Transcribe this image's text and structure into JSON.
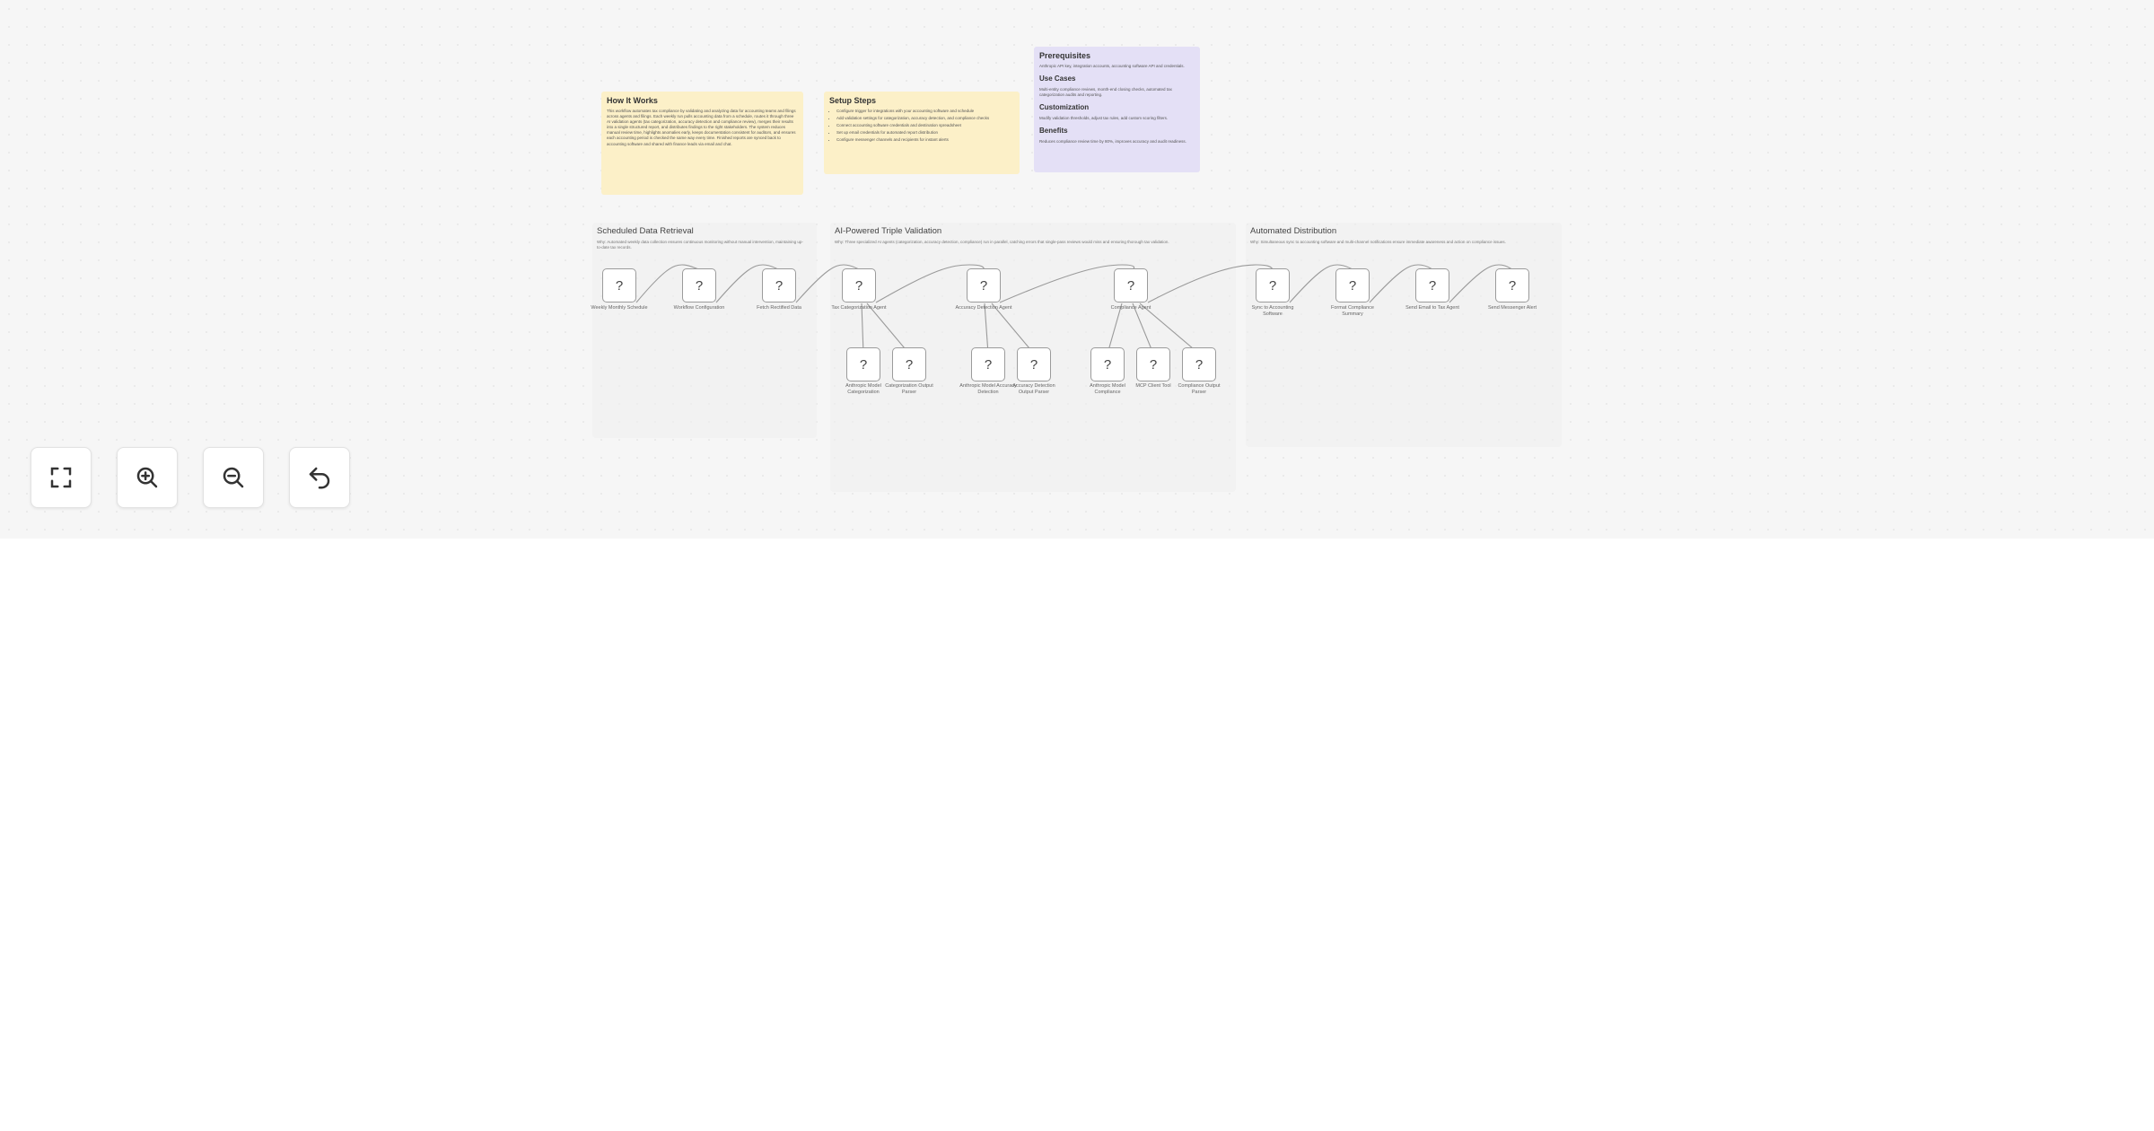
{
  "notes": {
    "how": {
      "title": "How It Works",
      "body": "This workflow automates tax compliance by validating and analyzing data for accounting teams and filings across agents and filings. Each weekly run pulls accounting data from a schedule, routes it through three AI validation agents (tax categorization, accuracy detection and compliance review), merges their results into a single structured report, and distributes findings to the right stakeholders. The system reduces manual review time, highlights anomalies early, keeps documentation consistent for auditors, and ensures each accounting period is checked the same way every time. Finished reports are synced back to accounting software and shared with finance leads via email and chat."
    },
    "setup": {
      "title": "Setup Steps",
      "items": [
        "Configure trigger for integrations with your accounting software and schedule",
        "Add validation settings for categorization, accuracy detection, and compliance checks",
        "Connect accounting software credentials and destination spreadsheet",
        "Set up email credentials for automated report distribution",
        "Configure messenger channels and recipients for instant alerts"
      ]
    },
    "side": {
      "prereq_title": "Prerequisites",
      "prereq_text": "Anthropic API key, integration accounts, accounting software API and credentials.",
      "usecases_title": "Use Cases",
      "usecases_text": "Multi-entity compliance reviews, month-end closing checks, automated tax categorization audits and reporting.",
      "custom_title": "Customization",
      "custom_text": "Modify validation thresholds, adjust tax rules, add custom scoring filters.",
      "benefits_title": "Benefits",
      "benefits_text": "Reduces compliance review time by 80%, improves accuracy and audit readiness."
    }
  },
  "groups": {
    "retrieval": {
      "title": "Scheduled Data Retrieval",
      "why": "Why: Automated weekly data collection ensures continuous monitoring without manual intervention, maintaining up-to-date tax records."
    },
    "validation": {
      "title": "AI-Powered Triple Validation",
      "why": "Why: Three specialized AI agents (categorization, accuracy detection, compliance) run in parallel, catching errors that single-pass reviews would miss and ensuring thorough tax validation."
    },
    "distribution": {
      "title": "Automated Distribution",
      "why": "Why: Simultaneous sync to accounting software and multi-channel notifications ensure immediate awareness and action on compliance issues."
    }
  },
  "nodes": [
    {
      "label": "Weekly Monthly Schedule"
    },
    {
      "label": "Workflow Configuration"
    },
    {
      "label": "Fetch Rectified Data"
    },
    {
      "label": "Tax Categorization Agent"
    },
    {
      "label": "Accuracy Detection Agent"
    },
    {
      "label": "Compliance Agent"
    },
    {
      "label": "Sync to Accounting Software"
    },
    {
      "label": "Format Compliance Summary"
    },
    {
      "label": "Send Email to Tax Agent"
    },
    {
      "label": "Send Messenger Alert"
    },
    {
      "label": "Anthropic Model Categorization"
    },
    {
      "label": "Categorization Output Parser"
    },
    {
      "label": "Anthropic Model Accuracy Detection"
    },
    {
      "label": "Accuracy Detection Output Parser"
    },
    {
      "label": "Anthropic Model Compliance"
    },
    {
      "label": "MCP Client Tool"
    },
    {
      "label": "Compliance Output Parser"
    }
  ],
  "node_icon": "?",
  "controls": [
    {
      "name": "fit-view",
      "icon": "fullscreen-icon"
    },
    {
      "name": "zoom-in",
      "icon": "zoom-in-icon"
    },
    {
      "name": "zoom-out",
      "icon": "zoom-out-icon"
    },
    {
      "name": "reset",
      "icon": "undo-icon"
    }
  ]
}
